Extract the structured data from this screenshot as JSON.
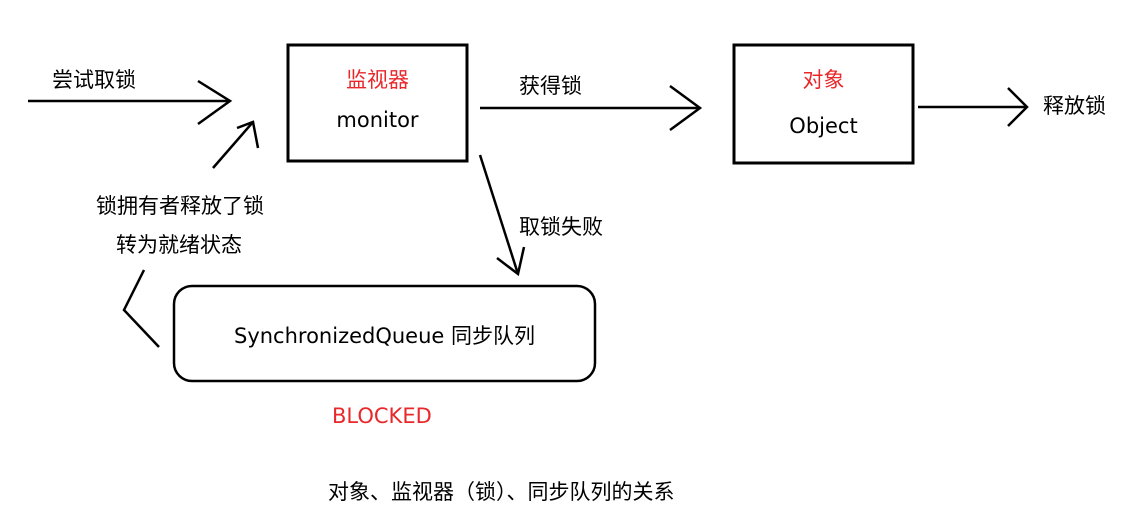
{
  "diagram": {
    "nodes": {
      "monitor": {
        "title": "监视器",
        "subtitle": "monitor"
      },
      "object": {
        "title": "对象",
        "subtitle": "Object"
      },
      "queue": {
        "label": "SynchronizedQueue 同步队列",
        "state": "BLOCKED"
      }
    },
    "edges": {
      "try_lock": "尝试取锁",
      "acquire": "获得锁",
      "release": "释放锁",
      "fail": "取锁失败",
      "back_line1": "锁拥有者释放了锁",
      "back_line2": "转为就绪状态"
    },
    "caption": "对象、监视器（锁）、同步队列的关系",
    "colors": {
      "stroke": "#000000",
      "accent": "#e8282b"
    }
  }
}
